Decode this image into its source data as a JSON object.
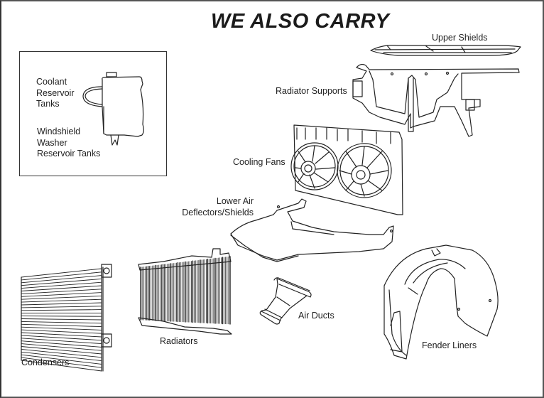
{
  "page": {
    "title": "WE ALSO CARRY"
  },
  "products": {
    "coolant_tanks": "Coolant\nReservoir\nTanks",
    "coolant_lines": [
      "Coolant",
      "Reservoir",
      "Tanks"
    ],
    "washer_lines": [
      "Windshield",
      "Washer",
      "Reservoir Tanks"
    ],
    "upper_shields": "Upper Shields",
    "radiator_supports": "Radiator Supports",
    "cooling_fans": "Cooling Fans",
    "lower_air_lines": [
      "Lower Air",
      "Deflectors/Shields"
    ],
    "condensers": "Condensers",
    "radiators": "Radiators",
    "air_ducts": "Air Ducts",
    "fender_liners": "Fender Liners"
  }
}
